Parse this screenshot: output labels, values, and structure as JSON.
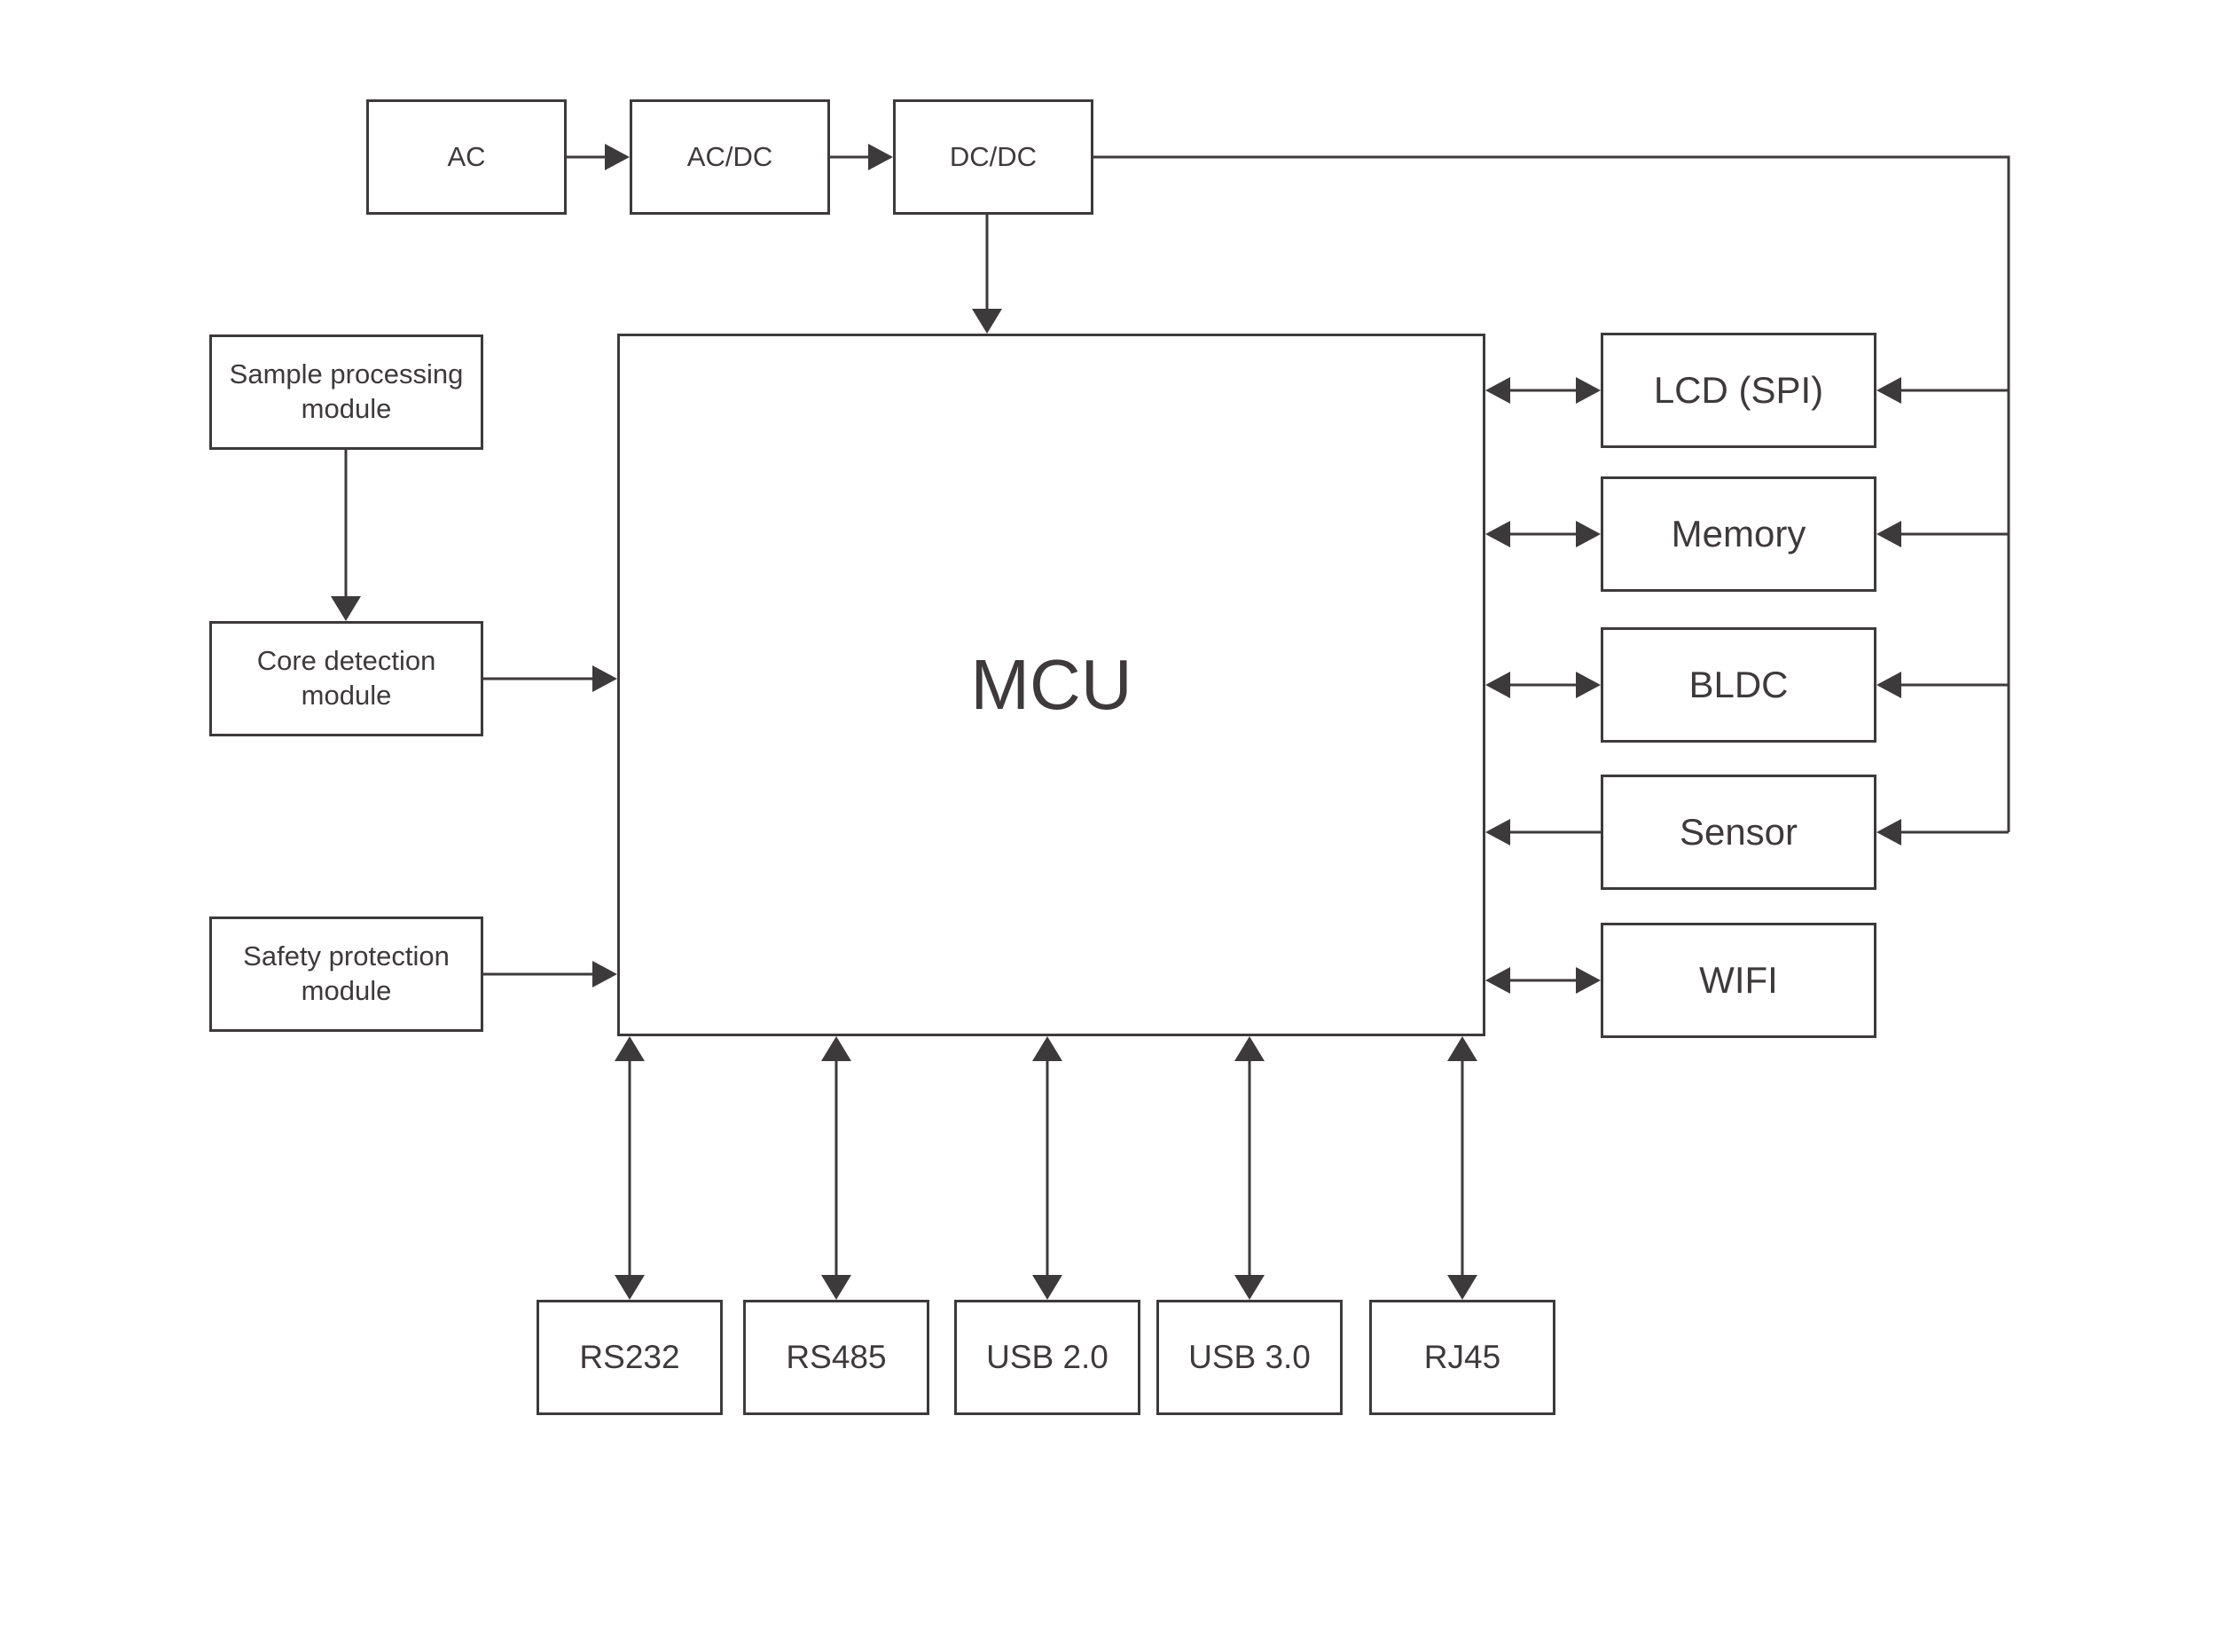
{
  "colors": {
    "background": "#ffffff",
    "line": "#3d3a3b",
    "text": "#3e3a3b"
  },
  "nodes": {
    "ac": {
      "label": "AC"
    },
    "acdc": {
      "label": "AC/DC"
    },
    "dcdc": {
      "label": "DC/DC"
    },
    "sample_processing": {
      "label": "Sample processing module"
    },
    "core_detection": {
      "label": "Core detection module"
    },
    "safety_protection": {
      "label": "Safety protection module"
    },
    "mcu": {
      "label": "MCU"
    },
    "lcd": {
      "label": "LCD (SPI)"
    },
    "memory": {
      "label": "Memory"
    },
    "bldc": {
      "label": "BLDC"
    },
    "sensor": {
      "label": "Sensor"
    },
    "wifi": {
      "label": "WIFI"
    },
    "rs232": {
      "label": "RS232"
    },
    "rs485": {
      "label": "RS485"
    },
    "usb20": {
      "label": "USB 2.0"
    },
    "usb30": {
      "label": "USB 3.0"
    },
    "rj45": {
      "label": "RJ45"
    }
  },
  "edges": [
    {
      "from": "ac",
      "to": "acdc",
      "type": "arrow"
    },
    {
      "from": "acdc",
      "to": "dcdc",
      "type": "arrow"
    },
    {
      "from": "dcdc",
      "to": "mcu",
      "type": "arrow"
    },
    {
      "from": "dcdc",
      "to": "lcd",
      "type": "arrow",
      "via": "power-rail"
    },
    {
      "from": "dcdc",
      "to": "memory",
      "type": "arrow",
      "via": "power-rail"
    },
    {
      "from": "dcdc",
      "to": "bldc",
      "type": "arrow",
      "via": "power-rail"
    },
    {
      "from": "dcdc",
      "to": "sensor",
      "type": "arrow",
      "via": "power-rail"
    },
    {
      "from": "sample_processing",
      "to": "core_detection",
      "type": "arrow"
    },
    {
      "from": "core_detection",
      "to": "mcu",
      "type": "arrow"
    },
    {
      "from": "safety_protection",
      "to": "mcu",
      "type": "arrow"
    },
    {
      "from": "mcu",
      "to": "lcd",
      "type": "bidirectional"
    },
    {
      "from": "mcu",
      "to": "memory",
      "type": "bidirectional"
    },
    {
      "from": "mcu",
      "to": "bldc",
      "type": "bidirectional"
    },
    {
      "from": "sensor",
      "to": "mcu",
      "type": "arrow"
    },
    {
      "from": "mcu",
      "to": "wifi",
      "type": "bidirectional"
    },
    {
      "from": "mcu",
      "to": "rs232",
      "type": "bidirectional"
    },
    {
      "from": "mcu",
      "to": "rs485",
      "type": "bidirectional"
    },
    {
      "from": "mcu",
      "to": "usb20",
      "type": "bidirectional"
    },
    {
      "from": "mcu",
      "to": "usb30",
      "type": "bidirectional"
    },
    {
      "from": "mcu",
      "to": "rj45",
      "type": "bidirectional"
    }
  ]
}
